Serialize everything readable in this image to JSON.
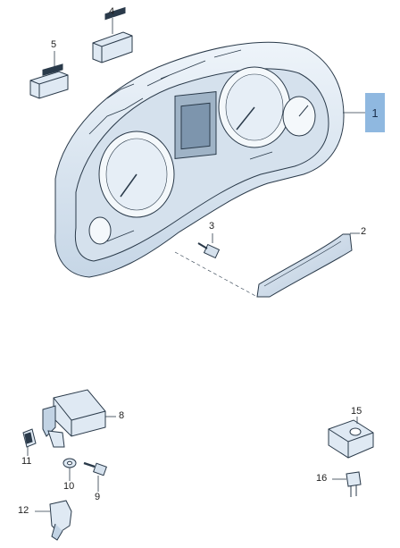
{
  "callouts": {
    "p1": "1",
    "p2": "2",
    "p3": "3",
    "p4": "4",
    "p5": "5",
    "p8": "8",
    "p9": "9",
    "p10": "10",
    "p11": "11",
    "p12": "12",
    "p15": "15",
    "p16": "16"
  },
  "colors": {
    "part_fill": "#dfe9f3",
    "part_shade": "#c2d3e4",
    "outline": "#2a3a4a",
    "highlight_tag": "#8fb8e0"
  }
}
